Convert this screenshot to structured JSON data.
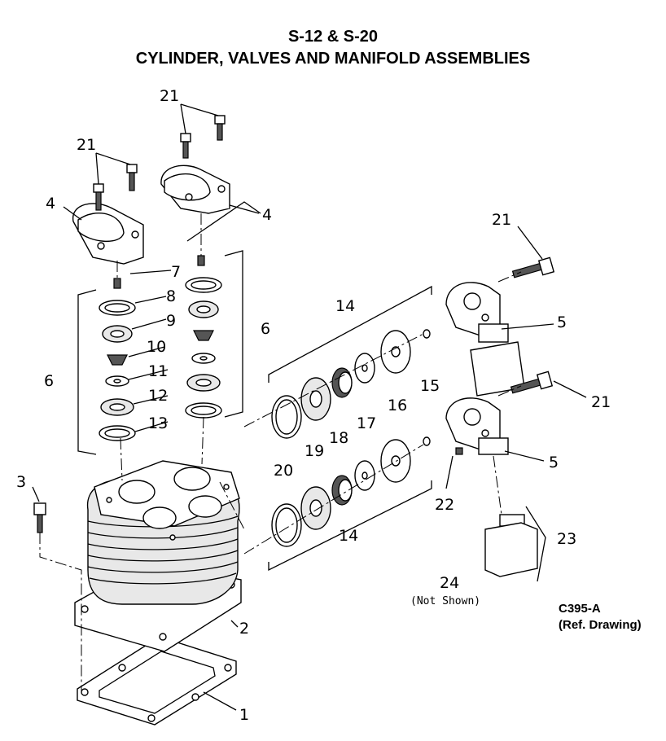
{
  "title": {
    "line1": "S-12 & S-20",
    "line2": "CYLINDER, VALVES AND MANIFOLD ASSEMBLIES"
  },
  "reference": {
    "drawing_number": "C395-A",
    "note": "(Ref. Drawing)"
  },
  "callouts": {
    "c1": "1",
    "c2": "2",
    "c3": "3",
    "c4a": "4",
    "c4b": "4",
    "c5a": "5",
    "c5b": "5",
    "c6a": "6",
    "c6b": "6",
    "c7": "7",
    "c8": "8",
    "c9": "9",
    "c10": "10",
    "c11": "11",
    "c12": "12",
    "c13": "13",
    "c14a": "14",
    "c14b": "14",
    "c15": "15",
    "c16": "16",
    "c17": "17",
    "c18": "18",
    "c19": "19",
    "c20": "20",
    "c21a": "21",
    "c21b": "21",
    "c21c": "21",
    "c21d": "21",
    "c22": "22",
    "c23": "23",
    "c24": "24",
    "c24_note": "(Not Shown)"
  }
}
